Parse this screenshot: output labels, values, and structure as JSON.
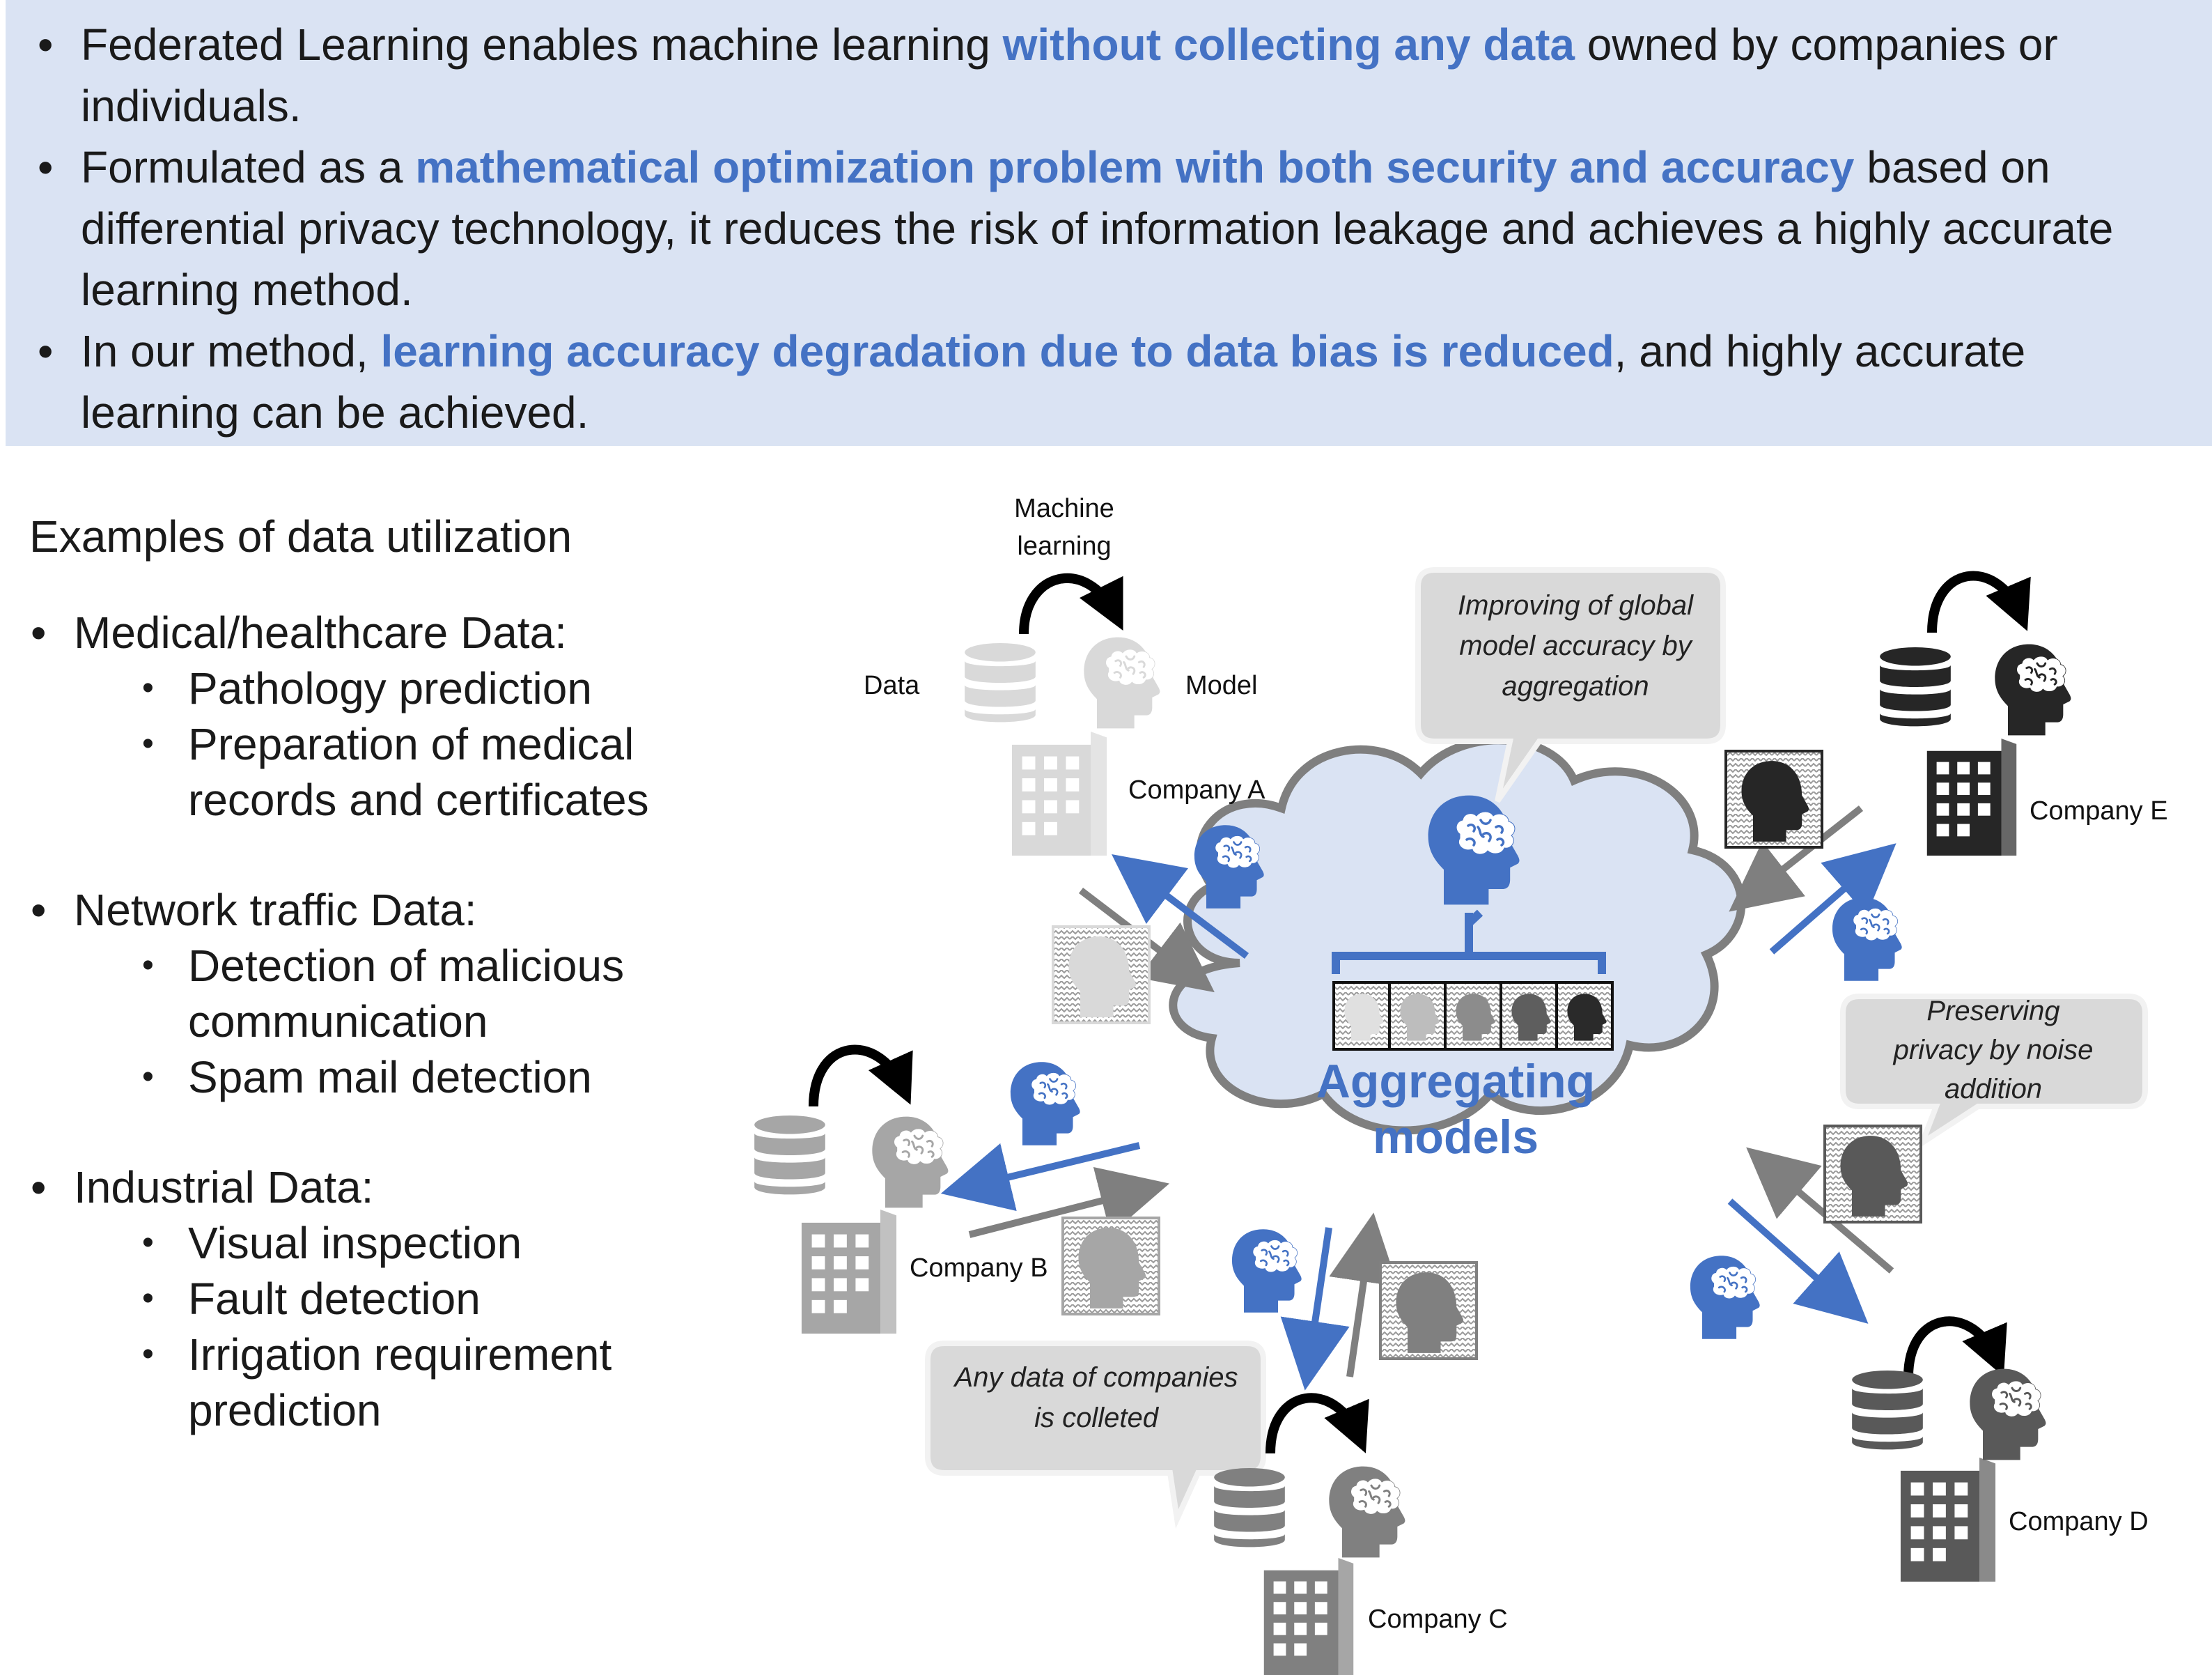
{
  "banner": {
    "bullets": [
      {
        "parts": [
          {
            "text": "Federated Learning enables machine learning ",
            "hl": false
          },
          {
            "text": "without collecting any data",
            "hl": true
          },
          {
            "text": " owned by companies or individuals.",
            "hl": false
          }
        ]
      },
      {
        "parts": [
          {
            "text": "Formulated as a ",
            "hl": false
          },
          {
            "text": "mathematical optimization problem with both security and accuracy",
            "hl": true
          },
          {
            "text": " based on differential privacy technology, it reduces the risk of information leakage and achieves a highly accurate learning method.",
            "hl": false
          }
        ]
      },
      {
        "parts": [
          {
            "text": "In our method, ",
            "hl": false
          },
          {
            "text": "learning accuracy degradation due to data bias is reduced",
            "hl": true
          },
          {
            "text": ", and highly accurate learning can be achieved.",
            "hl": false
          }
        ]
      }
    ]
  },
  "examples": {
    "title": "Examples of data utilization",
    "categories": [
      {
        "name": "Medical/healthcare Data:",
        "items": [
          "Pathology prediction",
          "Preparation of medical records and certificates"
        ]
      },
      {
        "name": "Network traffic Data:",
        "items": [
          "Detection of malicious communication",
          "Spam mail detection"
        ]
      },
      {
        "name": "Industrial Data:",
        "items": [
          "Visual inspection",
          "Fault detection",
          "Irrigation requirement prediction"
        ]
      }
    ]
  },
  "diagram": {
    "ml_label": [
      "Machine",
      "learning"
    ],
    "data_label": "Data",
    "model_label": "Model",
    "aggregating": [
      "Aggregating",
      "models"
    ],
    "bubble_global": [
      "Improving of global",
      "model accuracy by",
      "aggregation"
    ],
    "bubble_noise": [
      "Preserving",
      "privacy by noise",
      "addition"
    ],
    "bubble_data": [
      "Any data of companies",
      "is colleted"
    ],
    "companies": {
      "a": "Company A",
      "b": "Company B",
      "c": "Company C",
      "d": "Company D",
      "e": "Company E"
    },
    "colors": {
      "blue": "#4472c4",
      "cloud_fill": "#dae3f3",
      "cloud_stroke": "#7f7f7f",
      "bubble_fill": "#d9d9d9"
    }
  }
}
